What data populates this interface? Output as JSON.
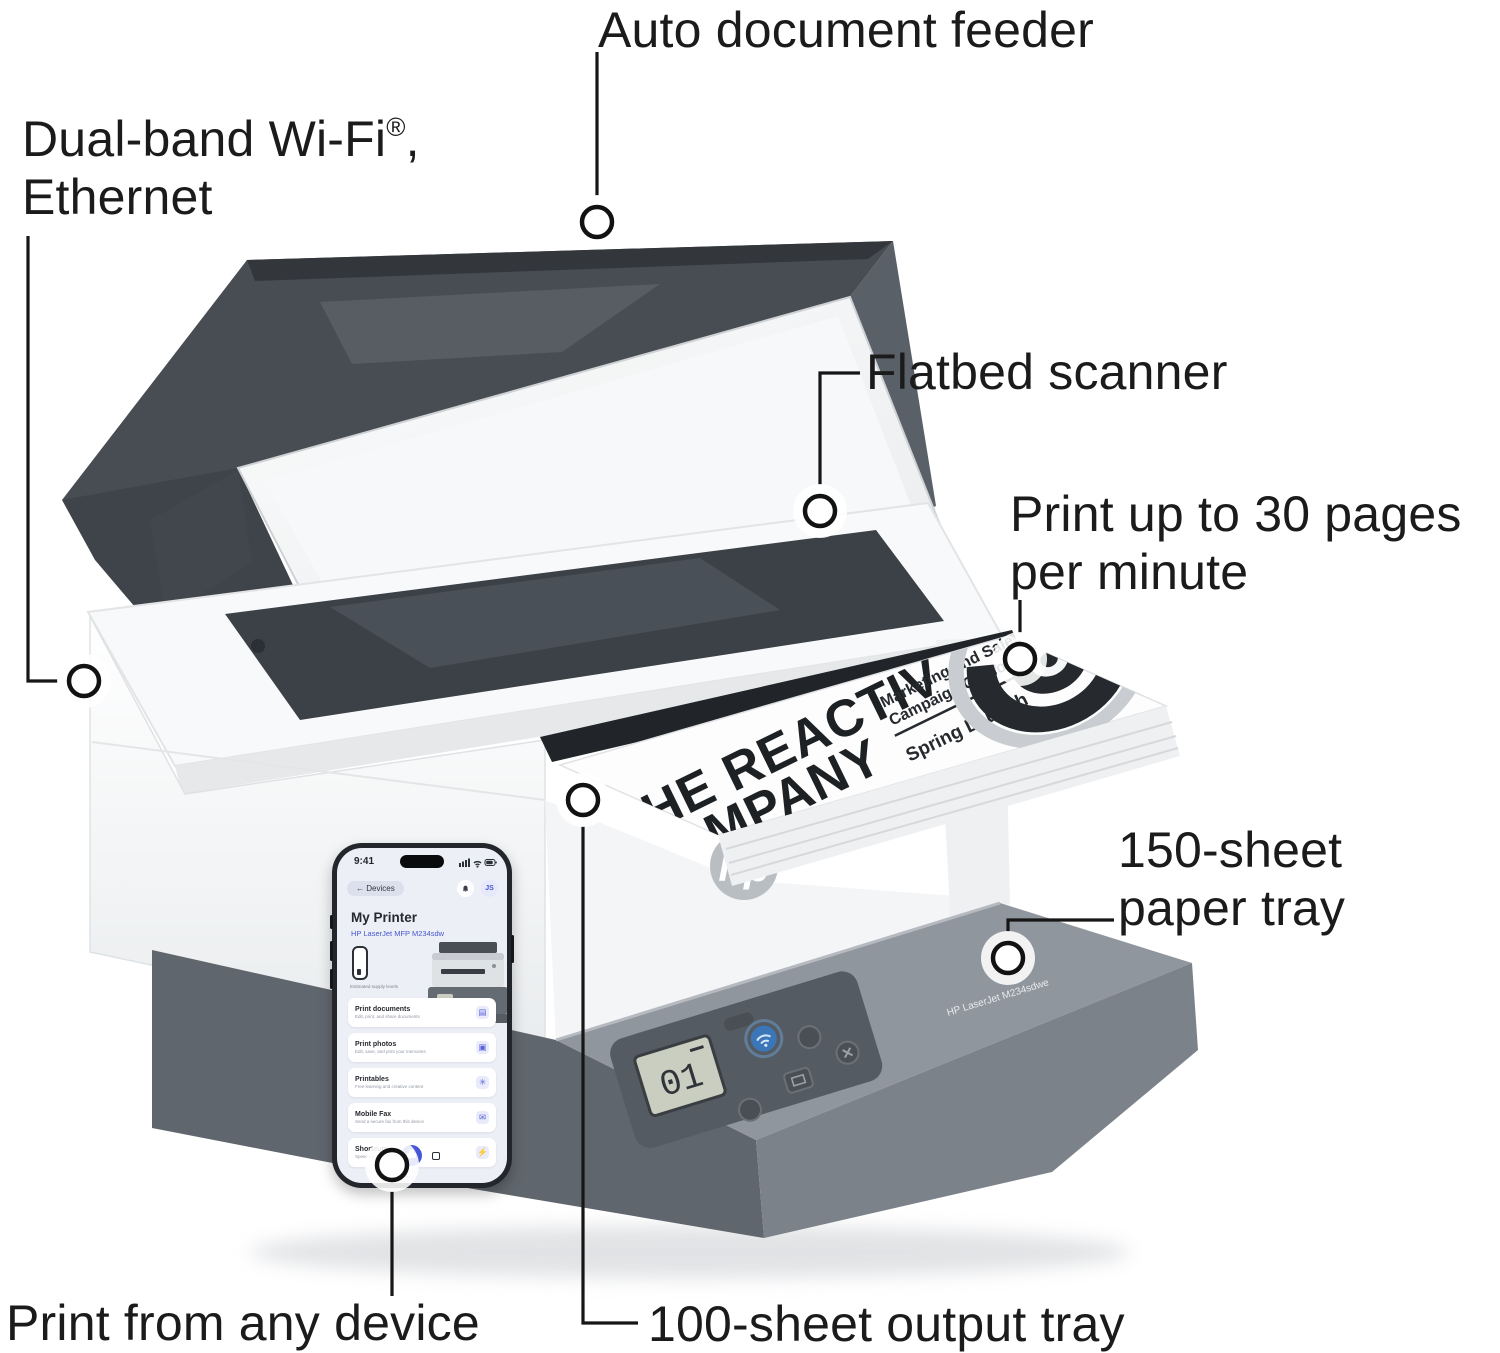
{
  "colors": {
    "callout_line": "#161616",
    "label_text": "#1b1b1b",
    "app_accent_blue": "#4657cf",
    "printer_dark_gray": "#484d53",
    "printer_tray_gray": "#90969d"
  },
  "callouts": {
    "adf": {
      "label": "Auto document feeder"
    },
    "wifi": {
      "line1": "Dual-band Wi-Fi",
      "reg": "®",
      "suffix": ",",
      "line2": "Ethernet"
    },
    "flatbed": {
      "label": "Flatbed scanner"
    },
    "ppm": {
      "label": "Print up to 30 pages per minute"
    },
    "paper_tray": {
      "label": "150-sheet paper tray"
    },
    "any_device": {
      "label": "Print from any device"
    },
    "output_tray": {
      "label": "100-sheet output tray"
    }
  },
  "phone": {
    "status_time": "9:41",
    "back_arrow": "←",
    "back_label": "Devices",
    "avatar": "JS",
    "title": "My Printer",
    "subtitle": "HP LaserJet MFP M234sdw",
    "supply_caption": "Estimated supply levels",
    "cards": [
      {
        "title": "Print documents",
        "subtitle": "Edit, print, and share documents",
        "icon": "▤"
      },
      {
        "title": "Print photos",
        "subtitle": "Edit, save, and print your memories",
        "icon": "▣"
      },
      {
        "title": "Printables",
        "subtitle": "Free learning and creative content",
        "icon": "✳"
      },
      {
        "title": "Mobile Fax",
        "subtitle": "Send a secure fax from this device",
        "icon": "✉"
      },
      {
        "title": "Shortcuts",
        "subtitle": "Speed up repetitive tasks",
        "icon": "⚡"
      }
    ]
  },
  "printer": {
    "brand": "hp",
    "model_label": "HP LaserJet M234sdwe",
    "lcd_value": "01",
    "page": {
      "title1": "THE REACTIV",
      "title2": "COMPANY",
      "sub1": "Marketing and Sales",
      "sub2": "Campaign Outcomes",
      "sub3": "Spring Launch"
    }
  }
}
